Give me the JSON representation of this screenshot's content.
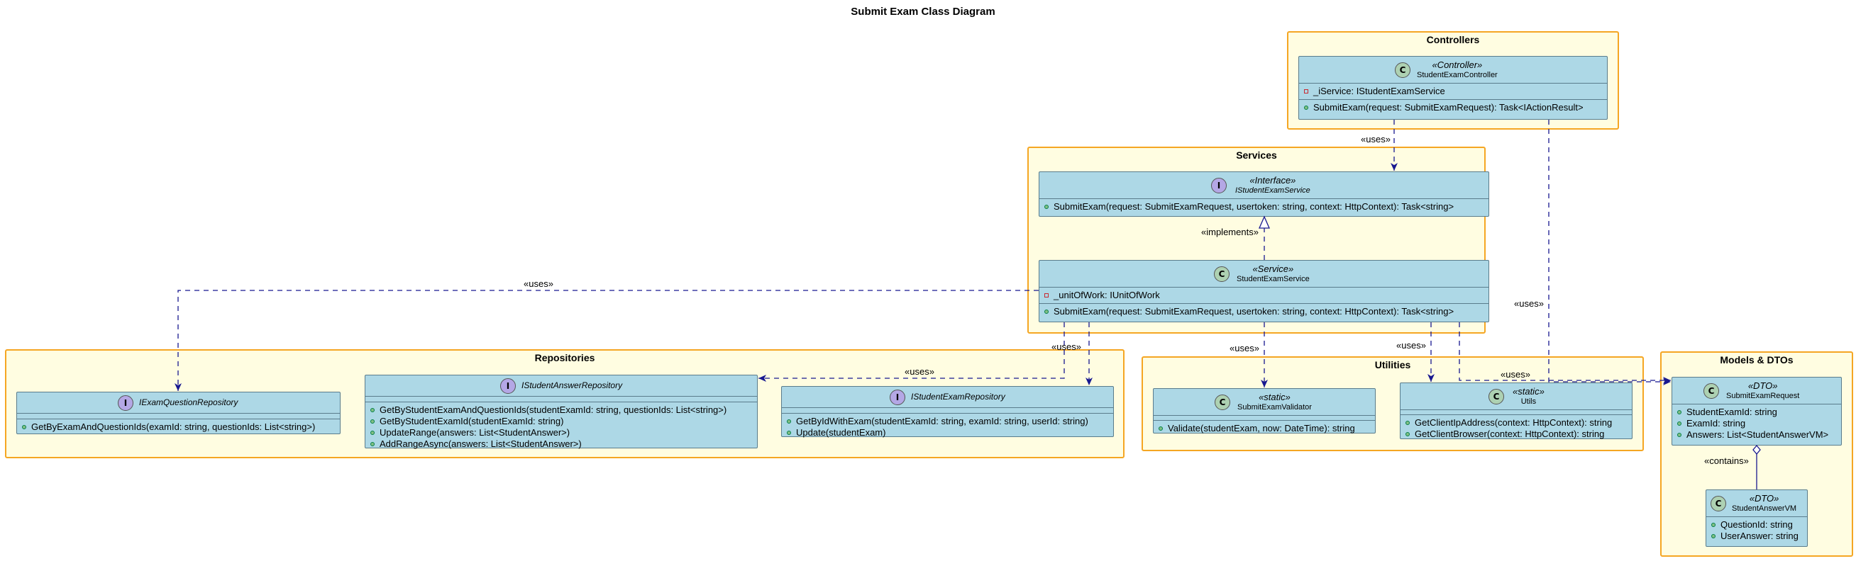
{
  "diagram": {
    "title": "Submit Exam Class Diagram"
  },
  "colors": {
    "package_fill": "#fffde1",
    "package_border": "#f5a623",
    "class_fill": "#add8e6",
    "arrow": "#181890",
    "class_icon": "#add1b2",
    "interface_icon": "#b4a7e5"
  },
  "packages": {
    "controllers": "Controllers",
    "services": "Services",
    "repositories": "Repositories",
    "utilities": "Utilities",
    "models": "Models & DTOs"
  },
  "classes": {
    "controller": {
      "icon": "C",
      "stereotype": "«Controller»",
      "name": "StudentExamController",
      "fields": [
        "_iService: IStudentExamService"
      ],
      "methods": [
        "SubmitExam(request: SubmitExamRequest): Task<IActionResult>"
      ]
    },
    "iservice": {
      "icon": "I",
      "stereotype": "«Interface»",
      "name": "IStudentExamService",
      "methods": [
        "SubmitExam(request: SubmitExamRequest, usertoken: string, context: HttpContext): Task<string>"
      ]
    },
    "service": {
      "icon": "C",
      "stereotype": "«Service»",
      "name": "StudentExamService",
      "fields": [
        "_unitOfWork: IUnitOfWork"
      ],
      "methods": [
        "SubmitExam(request: SubmitExamRequest, usertoken: string, context: HttpContext): Task<string>"
      ]
    },
    "iexamq": {
      "icon": "I",
      "name": "IExamQuestionRepository",
      "methods": [
        "GetByExamAndQuestionIds(examId: string, questionIds: List<string>)"
      ]
    },
    "ianswer": {
      "icon": "I",
      "name": "IStudentAnswerRepository",
      "methods": [
        "GetByStudentExamAndQuestionIds(studentExamId: string, questionIds: List<string>)",
        "GetByStudentExamId(studentExamId: string)",
        "UpdateRange(answers: List<StudentAnswer>)",
        "AddRangeAsync(answers: List<StudentAnswer>)"
      ]
    },
    "iexam": {
      "icon": "I",
      "name": "IStudentExamRepository",
      "methods": [
        "GetByIdWithExam(studentExamId: string, examId: string, userId: string)",
        "Update(studentExam)"
      ]
    },
    "validator": {
      "icon": "C",
      "stereotype": "«static»",
      "name": "SubmitExamValidator",
      "methods": [
        "Validate(studentExam, now: DateTime): string"
      ]
    },
    "utils": {
      "icon": "C",
      "stereotype": "«static»",
      "name": "Utils",
      "methods": [
        "GetClientIpAddress(context: HttpContext): string",
        "GetClientBrowser(context: HttpContext): string"
      ]
    },
    "request": {
      "icon": "C",
      "stereotype": "«DTO»",
      "name": "SubmitExamRequest",
      "fields": [
        "StudentExamId: string",
        "ExamId: string",
        "Answers: List<StudentAnswerVM>"
      ]
    },
    "answervm": {
      "icon": "C",
      "stereotype": "«DTO»",
      "name": "StudentAnswerVM",
      "fields": [
        "QuestionId: string",
        "UserAnswer: string"
      ]
    }
  },
  "relations": {
    "uses": "«uses»",
    "implements": "«implements»",
    "contains": "«contains»"
  }
}
